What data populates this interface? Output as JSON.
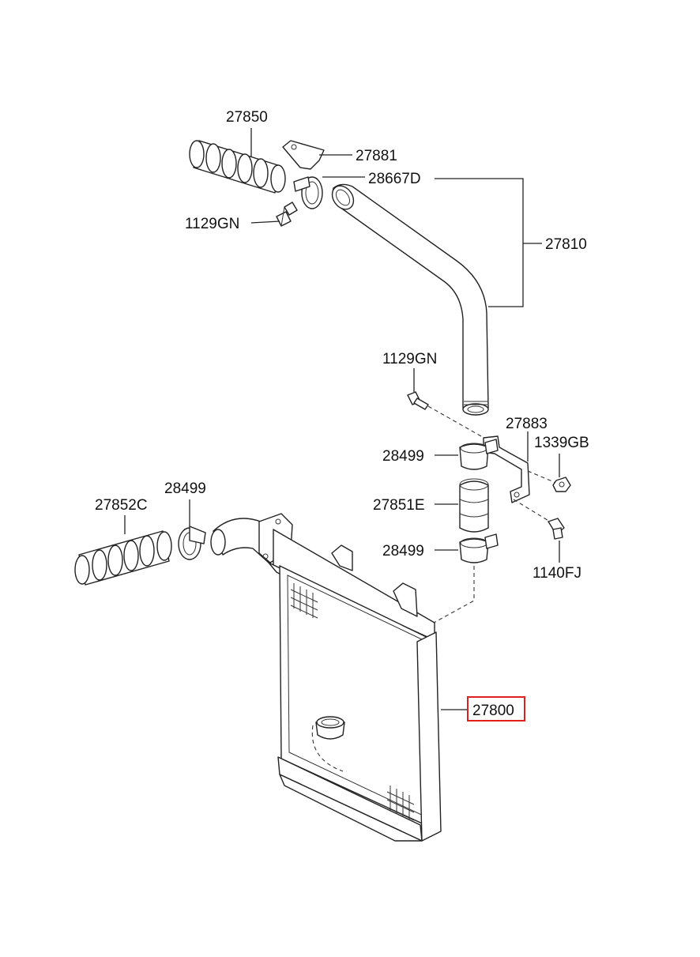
{
  "parts": {
    "hose_upper": "27850",
    "bracket_upper": "27881",
    "clamp_upper": "28667D",
    "pipe_upper": "27810",
    "bolt_upper": "1129GN",
    "bolt_middle": "1129GN",
    "bracket_middle": "27883",
    "nut": "1339GB",
    "clamp_mid_top": "28499",
    "clamp_left": "28499",
    "hose_left": "27852C",
    "hose_mid": "27851E",
    "clamp_mid_bottom": "28499",
    "bolt_lower": "1140FJ",
    "intercooler": "27800"
  },
  "highlight_color": "#e0201c"
}
